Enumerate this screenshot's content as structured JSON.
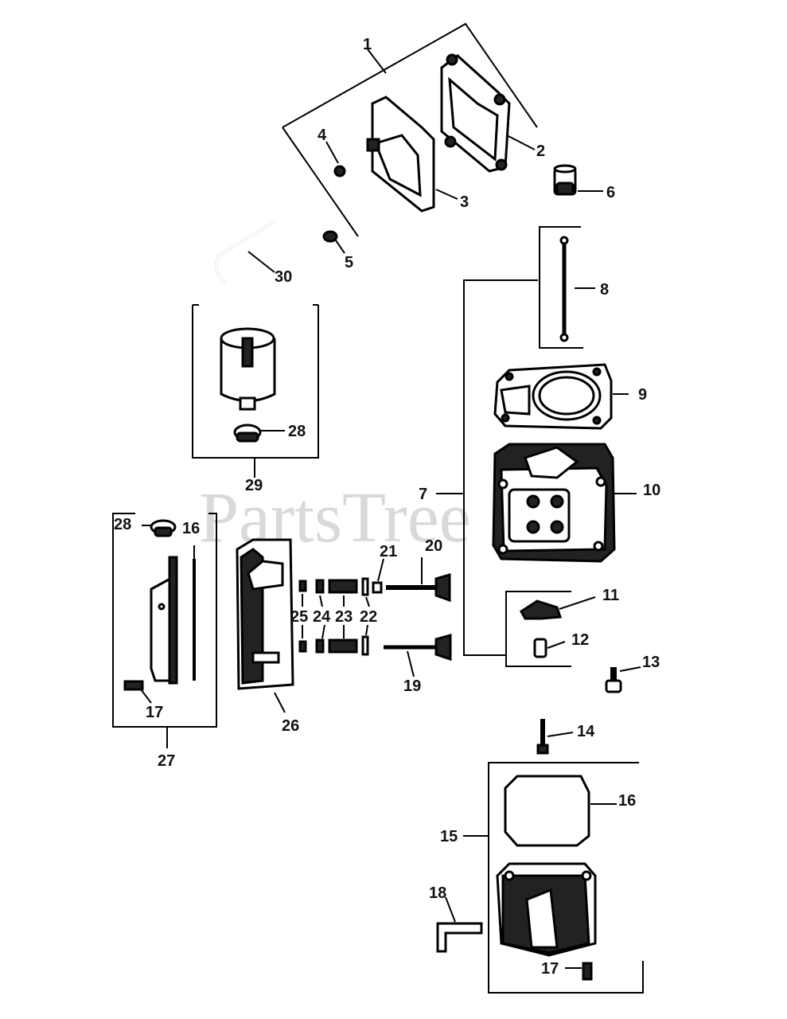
{
  "watermark": "PartsTree",
  "callouts": {
    "c1": "1",
    "c2": "2",
    "c3": "3",
    "c4": "4",
    "c5": "5",
    "c6": "6",
    "c7": "7",
    "c8": "8",
    "c9": "9",
    "c10": "10",
    "c11": "11",
    "c12": "12",
    "c13": "13",
    "c14": "14",
    "c15": "15",
    "c16a": "16",
    "c16b": "16",
    "c17a": "17",
    "c17b": "17",
    "c18": "18",
    "c19": "19",
    "c20": "20",
    "c21": "21",
    "c22": "22",
    "c23": "23",
    "c24": "24",
    "c25": "25",
    "c26": "26",
    "c27": "27",
    "c28a": "28",
    "c28b": "28",
    "c29": "29",
    "c30": "30"
  }
}
